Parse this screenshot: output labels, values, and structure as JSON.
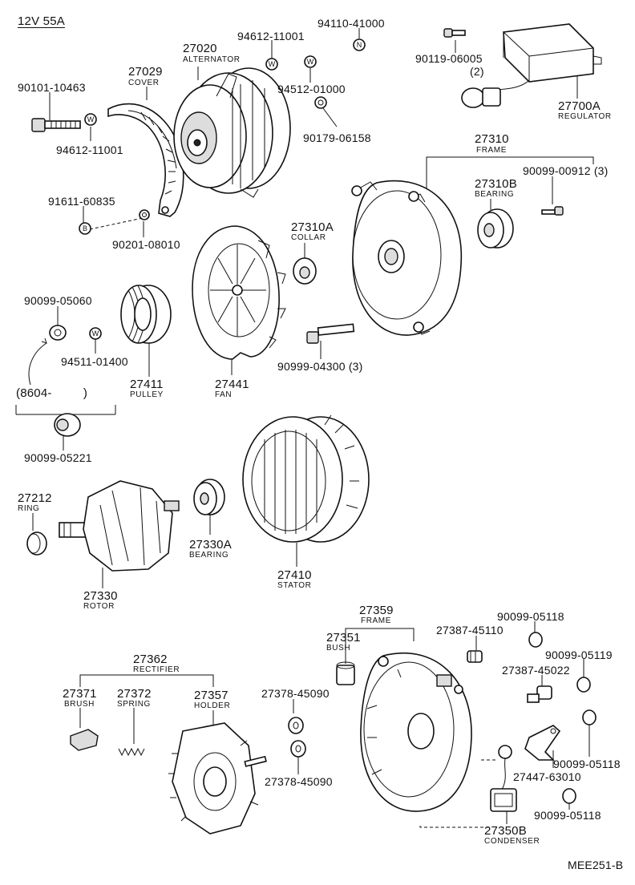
{
  "header": {
    "title": "12V 55A"
  },
  "footer": {
    "code": "MEE251-B"
  },
  "parts": [
    {
      "key": "p27020",
      "num": "27020",
      "name": "ALTERNATOR"
    },
    {
      "key": "p94612a",
      "num": "94612-11001",
      "name": ""
    },
    {
      "key": "p94110",
      "num": "94110-41000",
      "name": ""
    },
    {
      "key": "p90119",
      "num": "90119-06005",
      "name": "(2)"
    },
    {
      "key": "p90101",
      "num": "90101-10463",
      "name": ""
    },
    {
      "key": "p27029",
      "num": "27029",
      "name": "COVER"
    },
    {
      "key": "p94512",
      "num": "94512-01000",
      "name": ""
    },
    {
      "key": "p90179",
      "num": "90179-06158",
      "name": ""
    },
    {
      "key": "p27700A",
      "num": "27700A",
      "name": "REGULATOR"
    },
    {
      "key": "p94612b",
      "num": "94612-11001",
      "name": ""
    },
    {
      "key": "p27310",
      "num": "27310",
      "name": "FRAME"
    },
    {
      "key": "p27310B",
      "num": "27310B",
      "name": "BEARING"
    },
    {
      "key": "p90099_00912",
      "num": "90099-00912 (3)",
      "name": ""
    },
    {
      "key": "p91611",
      "num": "91611-60835",
      "name": ""
    },
    {
      "key": "p90201",
      "num": "90201-08010",
      "name": ""
    },
    {
      "key": "p27310A",
      "num": "27310A",
      "name": "COLLAR"
    },
    {
      "key": "p90099_05060",
      "num": "90099-05060",
      "name": ""
    },
    {
      "key": "p94511",
      "num": "94511-01400",
      "name": ""
    },
    {
      "key": "p27411",
      "num": "27411",
      "name": "PULLEY"
    },
    {
      "key": "p27441",
      "num": "27441",
      "name": "FAN"
    },
    {
      "key": "p90999",
      "num": "90999-04300 (3)",
      "name": ""
    },
    {
      "key": "p8604",
      "num": "(8604-         )",
      "name": ""
    },
    {
      "key": "p90099_05221",
      "num": "90099-05221",
      "name": ""
    },
    {
      "key": "p27212",
      "num": "27212",
      "name": "RING"
    },
    {
      "key": "p27330A",
      "num": "27330A",
      "name": "BEARING"
    },
    {
      "key": "p27410",
      "num": "27410",
      "name": "STATOR"
    },
    {
      "key": "p27330",
      "num": "27330",
      "name": "ROTOR"
    },
    {
      "key": "p27359",
      "num": "27359",
      "name": "FRAME"
    },
    {
      "key": "p90099_05118a",
      "num": "90099-05118",
      "name": ""
    },
    {
      "key": "p27387_45110",
      "num": "27387-45110",
      "name": ""
    },
    {
      "key": "p27351",
      "num": "27351",
      "name": "BUSH"
    },
    {
      "key": "p90099_05119",
      "num": "90099-05119",
      "name": ""
    },
    {
      "key": "p27387_45022",
      "num": "27387-45022",
      "name": ""
    },
    {
      "key": "p27362",
      "num": "27362",
      "name": "RECTIFIER"
    },
    {
      "key": "p27371",
      "num": "27371",
      "name": "BRUSH"
    },
    {
      "key": "p27372",
      "num": "27372",
      "name": "SPRING"
    },
    {
      "key": "p27357",
      "num": "27357",
      "name": "HOLDER"
    },
    {
      "key": "p27378_a",
      "num": "27378-45090",
      "name": ""
    },
    {
      "key": "p27378_b",
      "num": "27378-45090",
      "name": ""
    },
    {
      "key": "p90099_05118b",
      "num": "90099-05118",
      "name": ""
    },
    {
      "key": "p27447",
      "num": "27447-63010",
      "name": ""
    },
    {
      "key": "p90099_05118c",
      "num": "90099-05118",
      "name": ""
    },
    {
      "key": "p27350B",
      "num": "27350B",
      "name": "CONDENSER"
    }
  ],
  "washer_marks": {
    "w": "W",
    "n": "N",
    "b": "B"
  }
}
